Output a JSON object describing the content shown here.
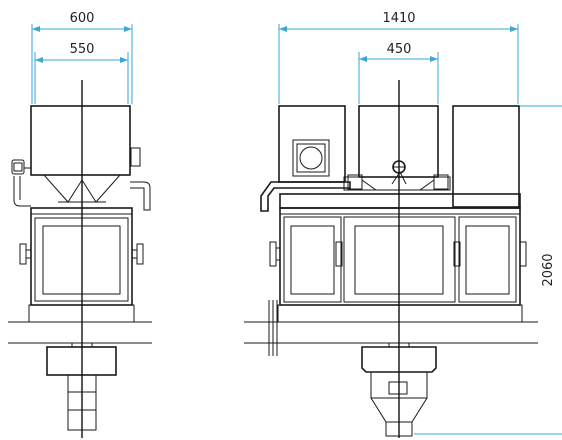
{
  "dimensions": {
    "left_outer_width": "600",
    "left_inner_width": "550",
    "right_total_width": "1410",
    "right_hopper_width": "450",
    "height": "2060"
  },
  "colors": {
    "dimension_line": "#3aa7d8",
    "outline": "#1a1a1a"
  }
}
